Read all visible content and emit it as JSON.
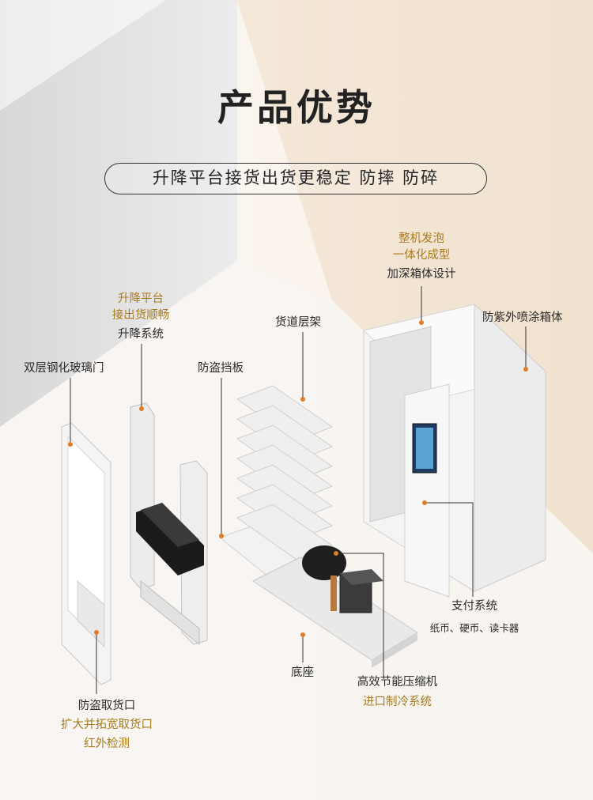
{
  "header": {
    "title": "产品优势",
    "subtitle": "升降平台接货出货更稳定 防摔 防碎"
  },
  "colors": {
    "accent_gold": "#a97a1f",
    "marker_orange": "#e07b2a",
    "background_left": "#e6e6e6",
    "background_right": "#f3e6d6"
  },
  "labels": {
    "foam": {
      "line1": "整机发泡",
      "line2": "一体化成型",
      "line3": "加深箱体设计"
    },
    "uv_coating": "防紫外喷涂箱体",
    "lift": {
      "line1": "升降平台",
      "line2": "接出货顺畅",
      "line3": "升降系统"
    },
    "shelf": "货道层架",
    "anti_theft_board": "防盗挡板",
    "glass_door": "双层钢化玻璃门",
    "payment": {
      "line1": "支付系统",
      "line2": "纸币、硬币、读卡器"
    },
    "base": "底座",
    "compressor": {
      "line1": "高效节能压缩机",
      "line2": "进口制冷系统"
    },
    "pickup": {
      "line1": "防盗取货口",
      "line2": "扩大并拓宽取货口",
      "line3": "红外检测"
    }
  }
}
